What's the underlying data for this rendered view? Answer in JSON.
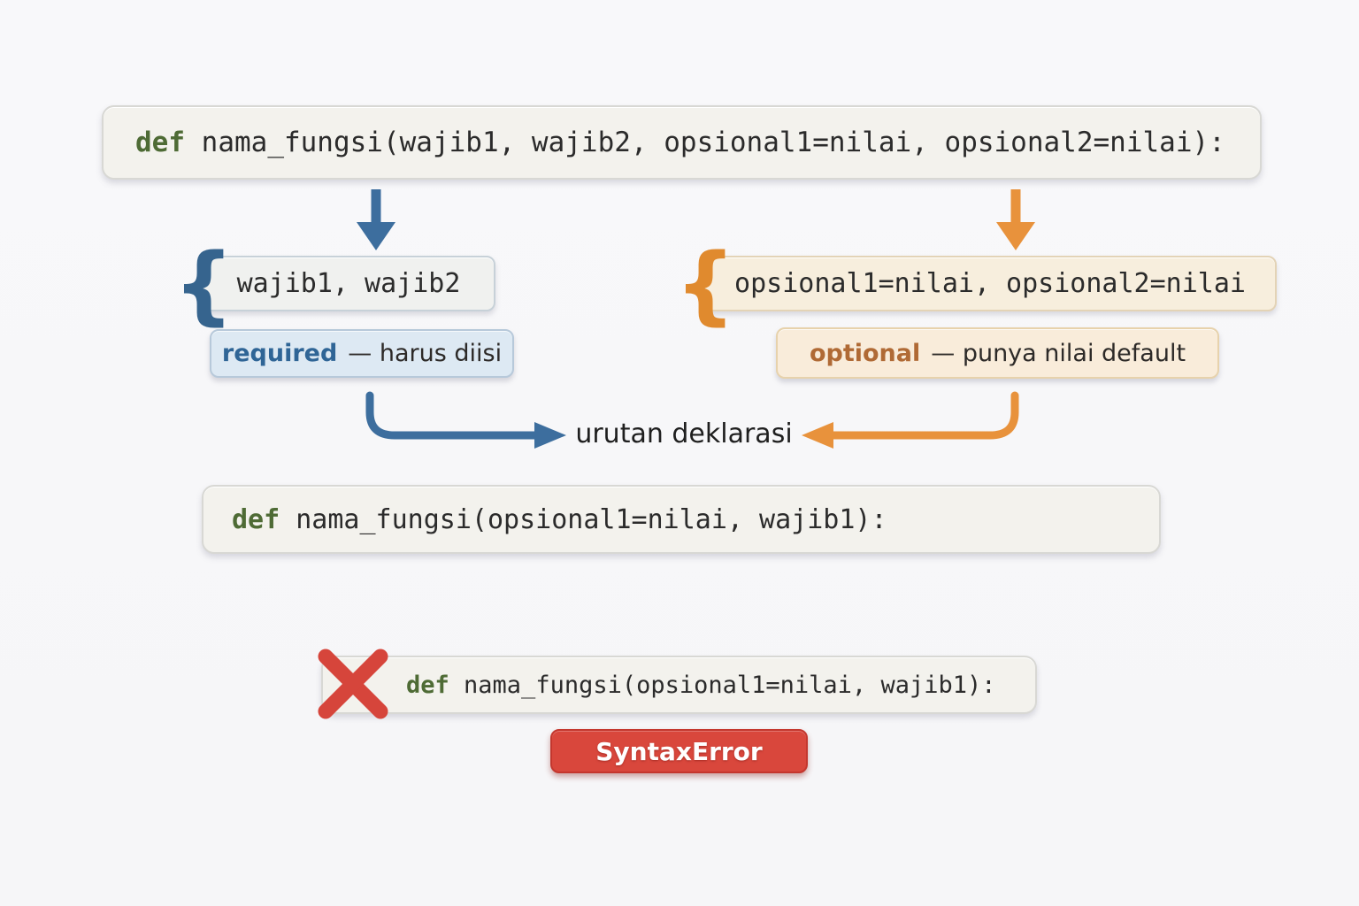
{
  "colors": {
    "blue": "#3d6e9e",
    "orange": "#e8923c",
    "green_keyword": "#4e6b35",
    "red": "#d6453b",
    "code_text": "#2b2b2b",
    "required_term": "#2f6596",
    "optional_term": "#b06a35",
    "badge_bg": "#d9473c"
  },
  "top_code": {
    "keyword": "def",
    "rest": " nama_fungsi(wajib1, wajib2, opsional1=nilai, opsional2=nilai):"
  },
  "required_group": {
    "brace": "{",
    "params": "wajib1, wajib2",
    "label_term": "required",
    "label_desc": "— harus diisi"
  },
  "optional_group": {
    "brace": "{",
    "params": "opsional1=nilai, opsional2=nilai",
    "label_term": "optional",
    "label_desc": "— punya nilai default"
  },
  "order_label": "urutan deklarasi",
  "middle_code": {
    "keyword": "def",
    "rest": " nama_fungsi(opsional1=nilai, wajib1):"
  },
  "invalid_code": {
    "keyword": "def",
    "rest": " nama_fungsi(opsional1=nilai, wajib1):"
  },
  "error_badge": "SyntaxError"
}
